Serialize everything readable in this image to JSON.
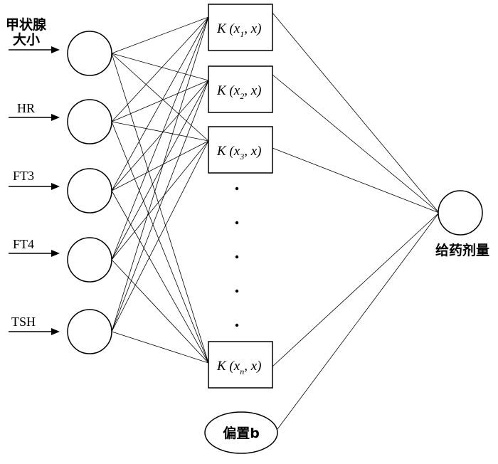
{
  "inputs": [
    {
      "id": "thyroid",
      "label_lines": [
        "甲状腺",
        "大小"
      ]
    },
    {
      "id": "hr",
      "label_lines": [
        "HR"
      ]
    },
    {
      "id": "ft3",
      "label_lines": [
        "FT3"
      ]
    },
    {
      "id": "ft4",
      "label_lines": [
        "FT4"
      ]
    },
    {
      "id": "tsh",
      "label_lines": [
        "TSH"
      ]
    }
  ],
  "kernels": [
    {
      "prefix": "K (x",
      "sub": "1",
      "suffix": ", x)"
    },
    {
      "prefix": "K (x",
      "sub": "2",
      "suffix": ", x)"
    },
    {
      "prefix": "K (x",
      "sub": "3",
      "suffix": ", x)"
    },
    {
      "prefix": "K (x",
      "sub": "n",
      "suffix": ", x)"
    }
  ],
  "ellipsis_dots": 5,
  "bias": {
    "label": "偏置b"
  },
  "output": {
    "label": "给药剂量"
  },
  "colors": {
    "line": "#000000",
    "fill": "#ffffff"
  }
}
